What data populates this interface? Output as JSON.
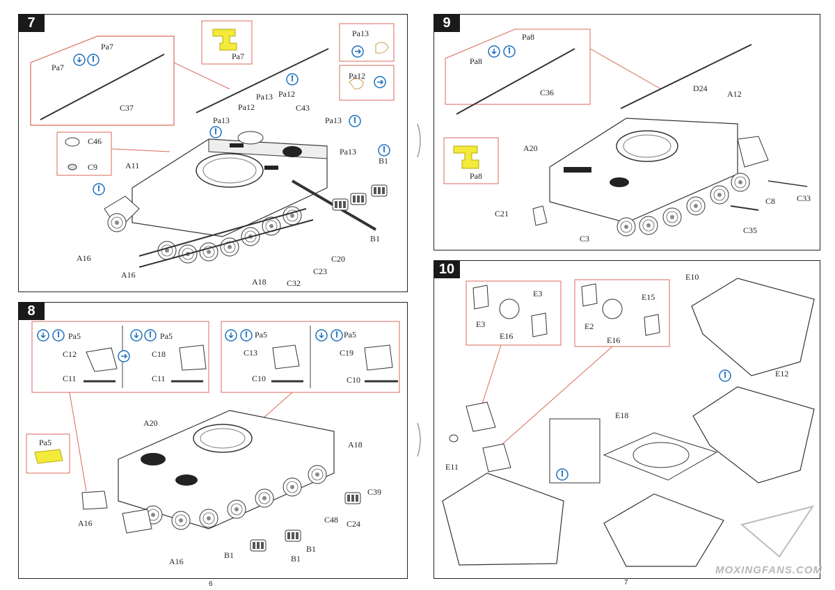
{
  "pages": {
    "left": "6",
    "right": "7"
  },
  "watermark": "MOXINGFANS.COM",
  "step7": {
    "number": "7",
    "labels": {
      "pa7_a": "Pa7",
      "pa7_b": "Pa7",
      "pa7_part": "Pa7",
      "c37": "C37",
      "c46": "C46",
      "c9": "C9",
      "a11": "A11",
      "pa12_a": "Pa12",
      "pa13_a": "Pa13",
      "pa12_b": "Pa12",
      "c43": "C43",
      "pa13_b": "Pa13",
      "pa13_c": "Pa13",
      "pa13_d": "Pa13",
      "pa13_box": "Pa13",
      "pa12_box": "Pa12",
      "b1_a": "B1",
      "b1_b": "B1",
      "c20": "C20",
      "c23": "C23",
      "c32": "C32",
      "a18": "A18",
      "a16_a": "A16",
      "a16_b": "A16"
    }
  },
  "step8": {
    "number": "8",
    "labels": {
      "pa5_a": "Pa5",
      "c12": "C12",
      "c11_a": "C11",
      "pa5_b": "Pa5",
      "c18": "C18",
      "c11_b": "C11",
      "pa5_c": "Pa5",
      "c13": "C13",
      "c10_a": "C10",
      "pa5_d": "Pa5",
      "c19": "C19",
      "c10_b": "C10",
      "pa5_part": "Pa5",
      "a20": "A20",
      "a18": "A18",
      "c39": "C39",
      "c48": "C48",
      "c24": "C24",
      "a16_a": "A16",
      "a16_b": "A16",
      "b1_a": "B1",
      "b1_b": "B1",
      "b1_c": "B1"
    }
  },
  "step9": {
    "number": "9",
    "labels": {
      "pa8_a": "Pa8",
      "pa8_b": "Pa8",
      "c36": "C36",
      "d24": "D24",
      "a12": "A12",
      "a20": "A20",
      "pa8_part": "Pa8",
      "c21": "C21",
      "c3": "C3",
      "c8": "C8",
      "c33": "C33",
      "c35": "C35"
    }
  },
  "step10": {
    "number": "10",
    "labels": {
      "e3_a": "E3",
      "e3_b": "E3",
      "e16_a": "E16",
      "e15": "E15",
      "e2": "E2",
      "e16_b": "E16",
      "e10": "E10",
      "e12": "E12",
      "e11": "E11",
      "e18": "E18"
    }
  },
  "colors": {
    "callout": "#d9695a",
    "info_blue": "#1b6fbf",
    "part_yellow": "#f3ea3a"
  }
}
